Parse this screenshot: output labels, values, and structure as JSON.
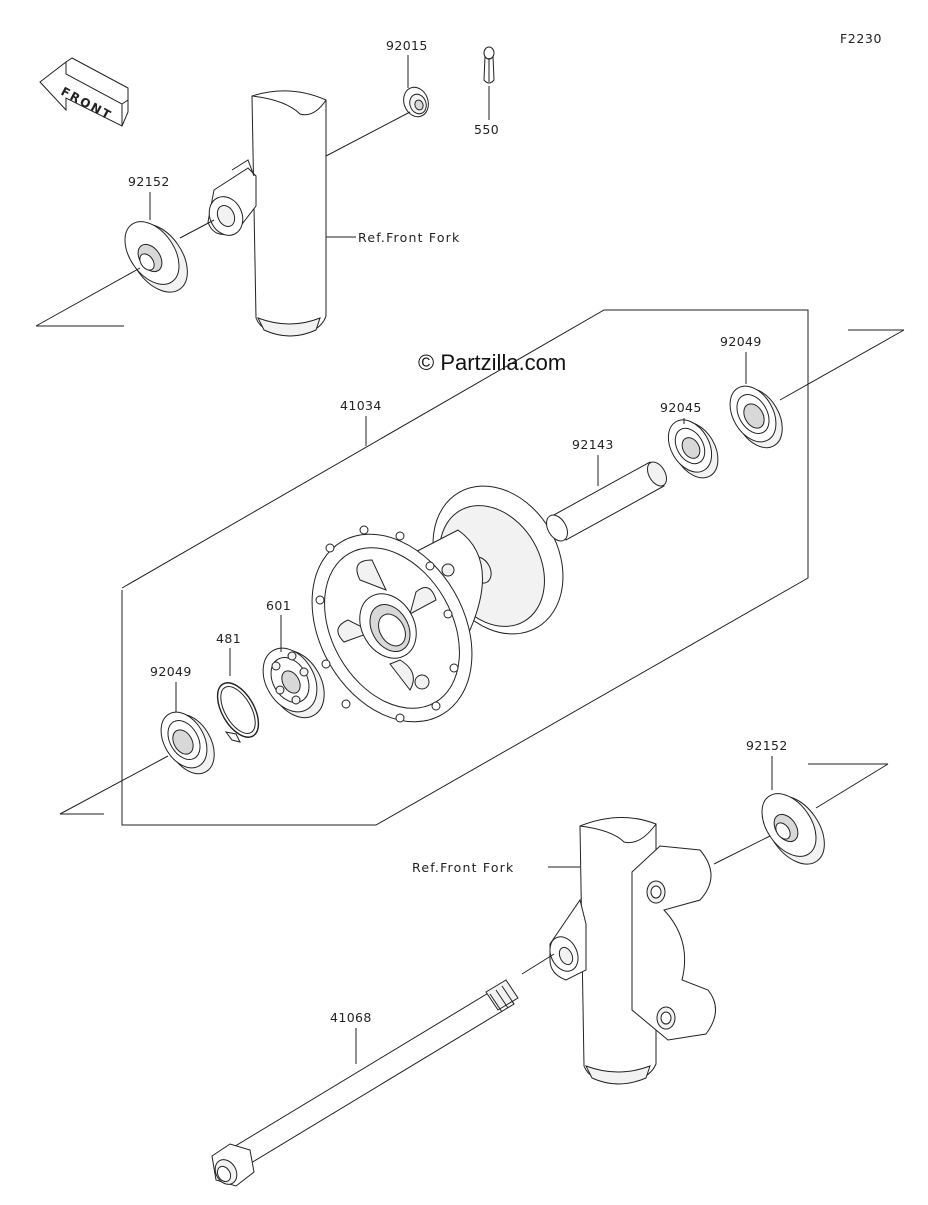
{
  "diagram_code": "F2230",
  "watermark": "© Partzilla.com",
  "front_arrow_label": "FRONT",
  "reference_labels": {
    "upper_fork": "Ref.Front Fork",
    "lower_fork": "Ref.Front Fork"
  },
  "part_labels": {
    "p92015": "92015",
    "p550": "550",
    "p92152_top": "92152",
    "p41034": "41034",
    "p92049_right": "92049",
    "p92045": "92045",
    "p92143": "92143",
    "p601": "601",
    "p481": "481",
    "p92049_left": "92049",
    "p92152_bottom": "92152",
    "p41068": "41068"
  }
}
